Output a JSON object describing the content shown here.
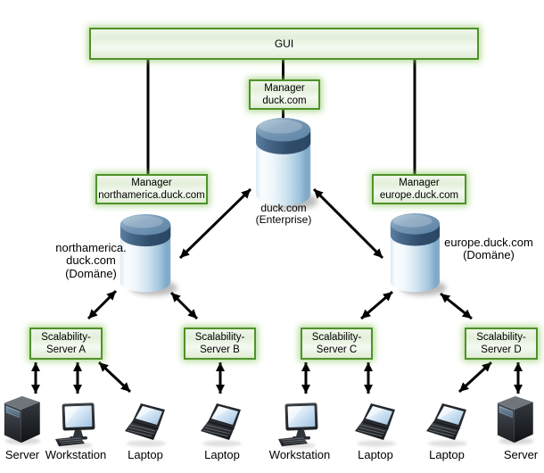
{
  "gui": {
    "label": "GUI"
  },
  "managers": {
    "duck": {
      "label": "Manager\nduck.com"
    },
    "northamerica": {
      "label": "Manager\nnorthamerica.duck.com"
    },
    "europe": {
      "label": "Manager\neurope.duck.com"
    }
  },
  "databases": {
    "enterprise": {
      "icon": "database-cylinder",
      "label": "duck.com\n(Enterprise)"
    },
    "northamerica": {
      "icon": "database-cylinder",
      "label": "northamerica.\nduck.com\n(Domäne)"
    },
    "europe": {
      "icon": "database-cylinder",
      "label": "europe.duck.com\n(Domäne)"
    }
  },
  "scalability_servers": [
    {
      "label": "Scalability-\nServer A"
    },
    {
      "label": "Scalability-\nServer B"
    },
    {
      "label": "Scalability-\nServer C"
    },
    {
      "label": "Scalability-\nServer D"
    }
  ],
  "devices": [
    {
      "type": "server",
      "icon": "server-tower-icon",
      "label": "Server"
    },
    {
      "type": "workstation",
      "icon": "workstation-icon",
      "label": "Workstation"
    },
    {
      "type": "laptop",
      "icon": "laptop-icon",
      "label": "Laptop"
    },
    {
      "type": "laptop",
      "icon": "laptop-icon",
      "label": "Laptop"
    },
    {
      "type": "workstation",
      "icon": "workstation-icon",
      "label": "Workstation"
    },
    {
      "type": "laptop",
      "icon": "laptop-icon",
      "label": "Laptop"
    },
    {
      "type": "laptop",
      "icon": "laptop-icon",
      "label": "Laptop"
    },
    {
      "type": "server",
      "icon": "server-tower-icon",
      "label": "Server"
    }
  ],
  "connections": [
    "GUI - Manager duck.com",
    "GUI - Manager northamerica.duck.com",
    "GUI - Manager europe.duck.com",
    "Manager duck.com - duck.com (Enterprise)",
    "duck.com (Enterprise) <-> northamerica.duck.com (Domäne)",
    "duck.com (Enterprise) <-> europe.duck.com (Domäne)",
    "northamerica.duck.com (Domäne) <-> Scalability-Server A",
    "northamerica.duck.com (Domäne) <-> Scalability-Server B",
    "europe.duck.com (Domäne) <-> Scalability-Server C",
    "europe.duck.com (Domäne) <-> Scalability-Server D",
    "Scalability-Server A <-> Server / Workstation / Laptop",
    "Scalability-Server B <-> Laptop",
    "Scalability-Server C <-> Workstation / Laptop",
    "Scalability-Server D <-> Laptop / Server"
  ],
  "colors": {
    "box_border": "#4f9229",
    "box_glow": "#8ac65d",
    "box_fill": "#e9f2e1",
    "cylinder_top": "#7899b6",
    "cylinder_band": "#2f4d6b",
    "cylinder_body_light": "#f0f7fb",
    "cylinder_body_dark": "#7fa9c8",
    "connector": "#000000",
    "text": "#000000"
  }
}
